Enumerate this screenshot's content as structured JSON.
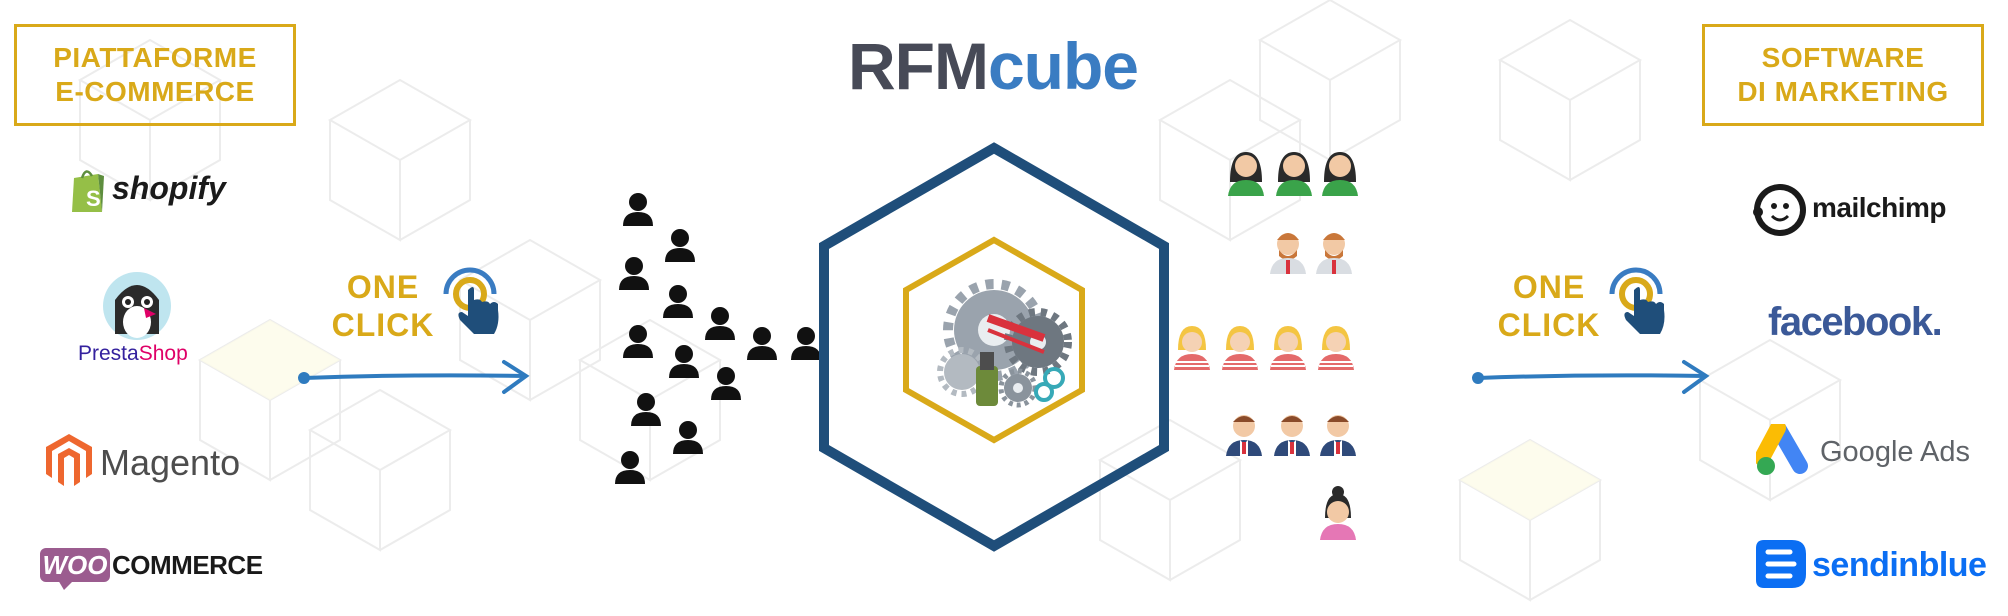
{
  "title": {
    "part1": "RFM",
    "part2": "cube"
  },
  "left_box": {
    "line1": "PIATTAFORME",
    "line2": "E-COMMERCE"
  },
  "right_box": {
    "line1": "SOFTWARE",
    "line2": "DI MARKETING"
  },
  "one_click_left": {
    "line1": "ONE",
    "line2": "CLICK"
  },
  "one_click_right": {
    "line1": "ONE",
    "line2": "CLICK"
  },
  "ecommerce_logos": {
    "shopify": "shopify",
    "prestashop_a": "Presta",
    "prestashop_b": "Shop",
    "magento": "Magento",
    "woo": "WOO",
    "commerce": "COMMERCE"
  },
  "marketing_logos": {
    "mailchimp": "mailchimp",
    "facebook": "facebook.",
    "google_ads": "Google Ads",
    "sendinblue": "sendinblue"
  },
  "colors": {
    "gold": "#d9a919",
    "navy": "#1f4e7a",
    "arrow_blue": "#2f7bbf",
    "cube_blue": "#3a7cc2"
  },
  "icons": [
    "tap-icon",
    "person-icon",
    "gear-icon",
    "hexagon-icon",
    "arrow-icon"
  ]
}
